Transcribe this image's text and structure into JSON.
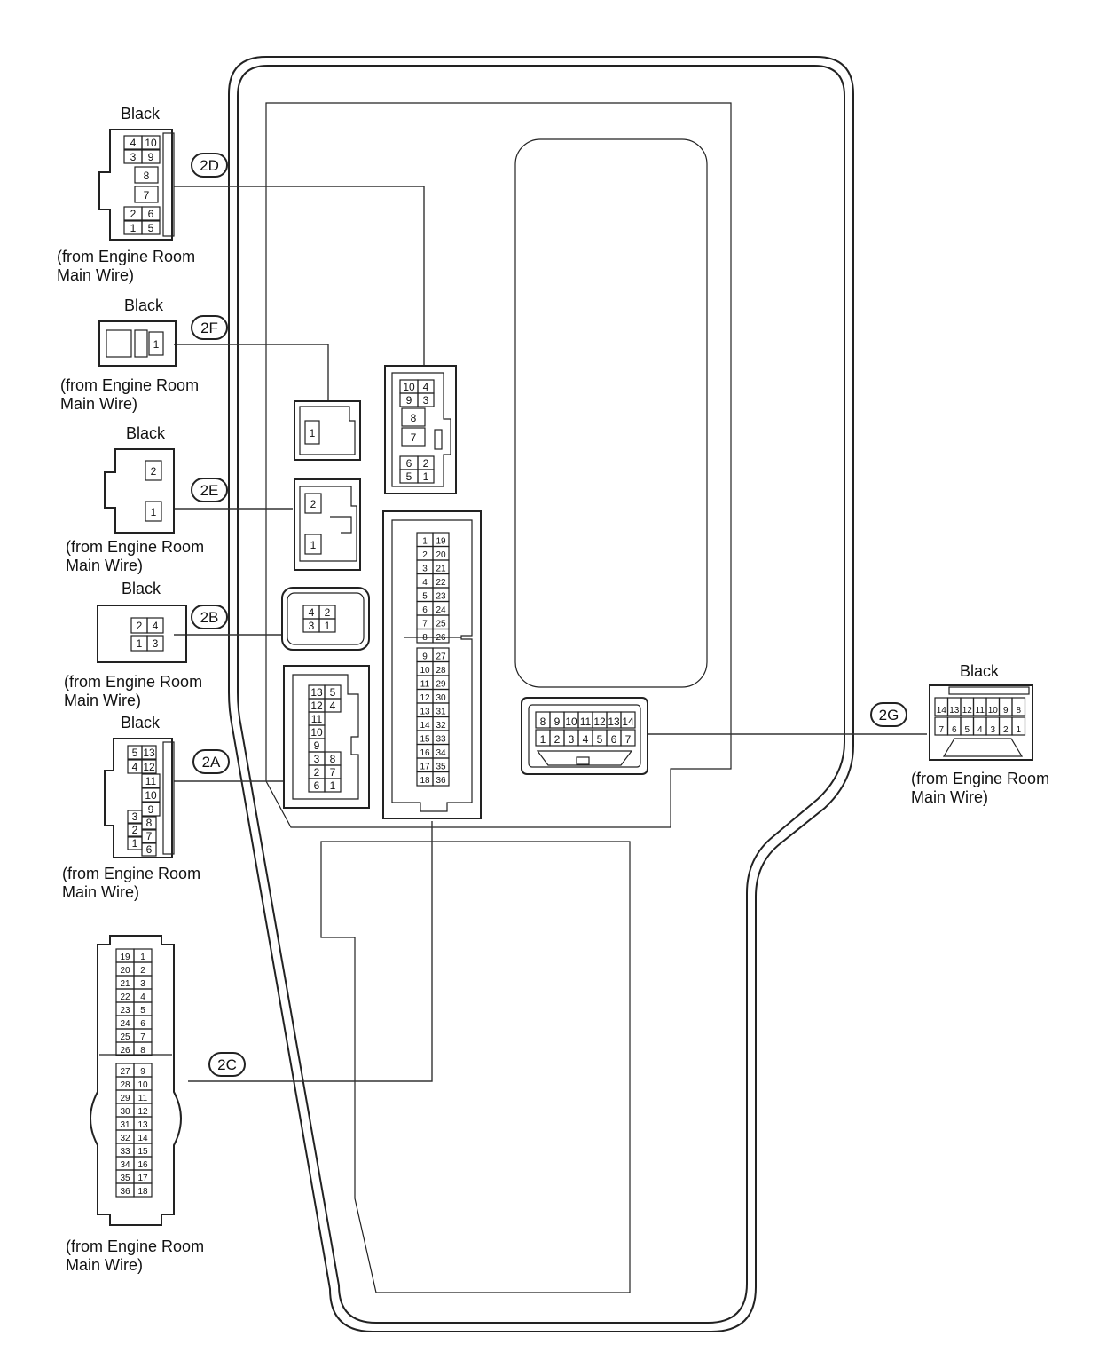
{
  "labels": {
    "color": "Black",
    "source_line1": "(from Engine Room",
    "source_line2": "Main Wire)"
  },
  "connectors": {
    "2D": {
      "code": "2D",
      "color": "Black",
      "pins": [
        "4",
        "10",
        "3",
        "9",
        "8",
        "7",
        "2",
        "6",
        "1",
        "5"
      ]
    },
    "2F": {
      "code": "2F",
      "color": "Black",
      "pins": [
        "1"
      ]
    },
    "2E": {
      "code": "2E",
      "color": "Black",
      "pins": [
        "2",
        "1"
      ]
    },
    "2B": {
      "code": "2B",
      "color": "Black",
      "pins": [
        "2",
        "4",
        "1",
        "3"
      ]
    },
    "2A": {
      "code": "2A",
      "pins": [
        "5",
        "13",
        "4",
        "12",
        "11",
        "10",
        "9",
        "3",
        "8",
        "2",
        "7",
        "1",
        "6"
      ],
      "color": "Black"
    },
    "2C": {
      "code": "2C",
      "pins": [
        "19",
        "1",
        "20",
        "2",
        "21",
        "3",
        "22",
        "4",
        "23",
        "5",
        "24",
        "6",
        "25",
        "7",
        "26",
        "8",
        "27",
        "9",
        "28",
        "10",
        "29",
        "11",
        "30",
        "12",
        "31",
        "13",
        "32",
        "14",
        "33",
        "15",
        "34",
        "16",
        "35",
        "17",
        "36",
        "18"
      ]
    },
    "2G": {
      "code": "2G",
      "color": "Black",
      "pins": [
        "14",
        "13",
        "12",
        "11",
        "10",
        "9",
        "8",
        "7",
        "6",
        "5",
        "4",
        "3",
        "2",
        "1"
      ]
    }
  },
  "block": {
    "socket_2F": [
      "1"
    ],
    "socket_2E": [
      "2",
      "1"
    ],
    "socket_2B": [
      "4",
      "2",
      "3",
      "1"
    ],
    "socket_2A": [
      "13",
      "5",
      "12",
      "4",
      "11",
      "10",
      "9",
      "3",
      "8",
      "2",
      "7",
      "6",
      "1"
    ],
    "socket_2D": [
      "10",
      "4",
      "9",
      "3",
      "8",
      "7",
      "6",
      "2",
      "5",
      "1"
    ],
    "socket_2C_top": [
      "1",
      "19",
      "2",
      "20",
      "3",
      "21",
      "4",
      "22",
      "5",
      "23",
      "6",
      "24",
      "7",
      "25",
      "8",
      "26"
    ],
    "socket_2C_bottom": [
      "9",
      "27",
      "10",
      "28",
      "11",
      "29",
      "12",
      "30",
      "13",
      "31",
      "14",
      "32",
      "15",
      "33",
      "16",
      "34",
      "17",
      "35",
      "18",
      "36"
    ],
    "socket_2G_top": [
      "8",
      "9",
      "10",
      "11",
      "12",
      "13",
      "14"
    ],
    "socket_2G_bottom": [
      "1",
      "2",
      "3",
      "4",
      "5",
      "6",
      "7"
    ]
  }
}
